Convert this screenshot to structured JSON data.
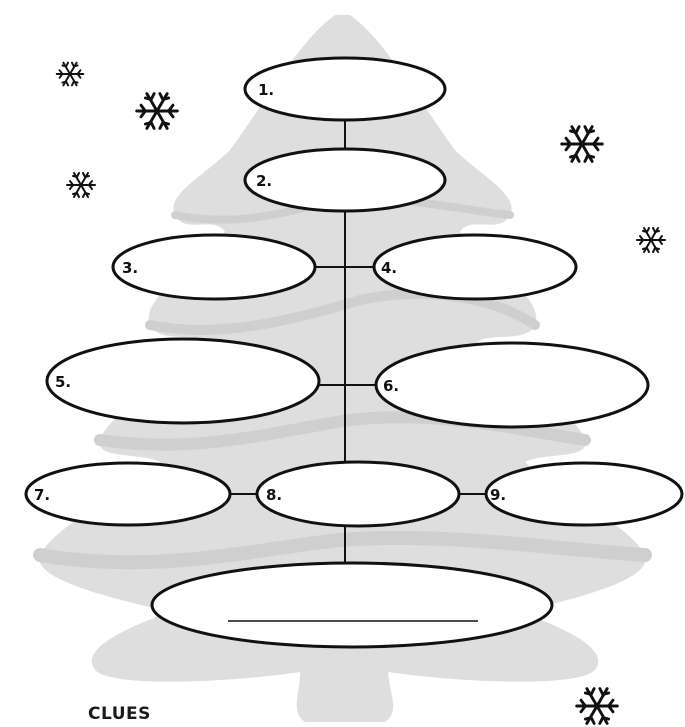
{
  "worksheet": {
    "ovals": [
      {
        "number": "1."
      },
      {
        "number": "2."
      },
      {
        "number": "3."
      },
      {
        "number": "4."
      },
      {
        "number": "5."
      },
      {
        "number": "6."
      },
      {
        "number": "7."
      },
      {
        "number": "8."
      },
      {
        "number": "9."
      }
    ],
    "answer_oval": {
      "answer": ""
    },
    "clues_heading": "CLUES"
  },
  "colors": {
    "tree": "#dcdcdc",
    "tree_shade": "#c9c9c9",
    "outline": "#111111",
    "background": "#ffffff"
  },
  "icons": [
    "snowflake-icon",
    "christmas-tree-silhouette"
  ]
}
